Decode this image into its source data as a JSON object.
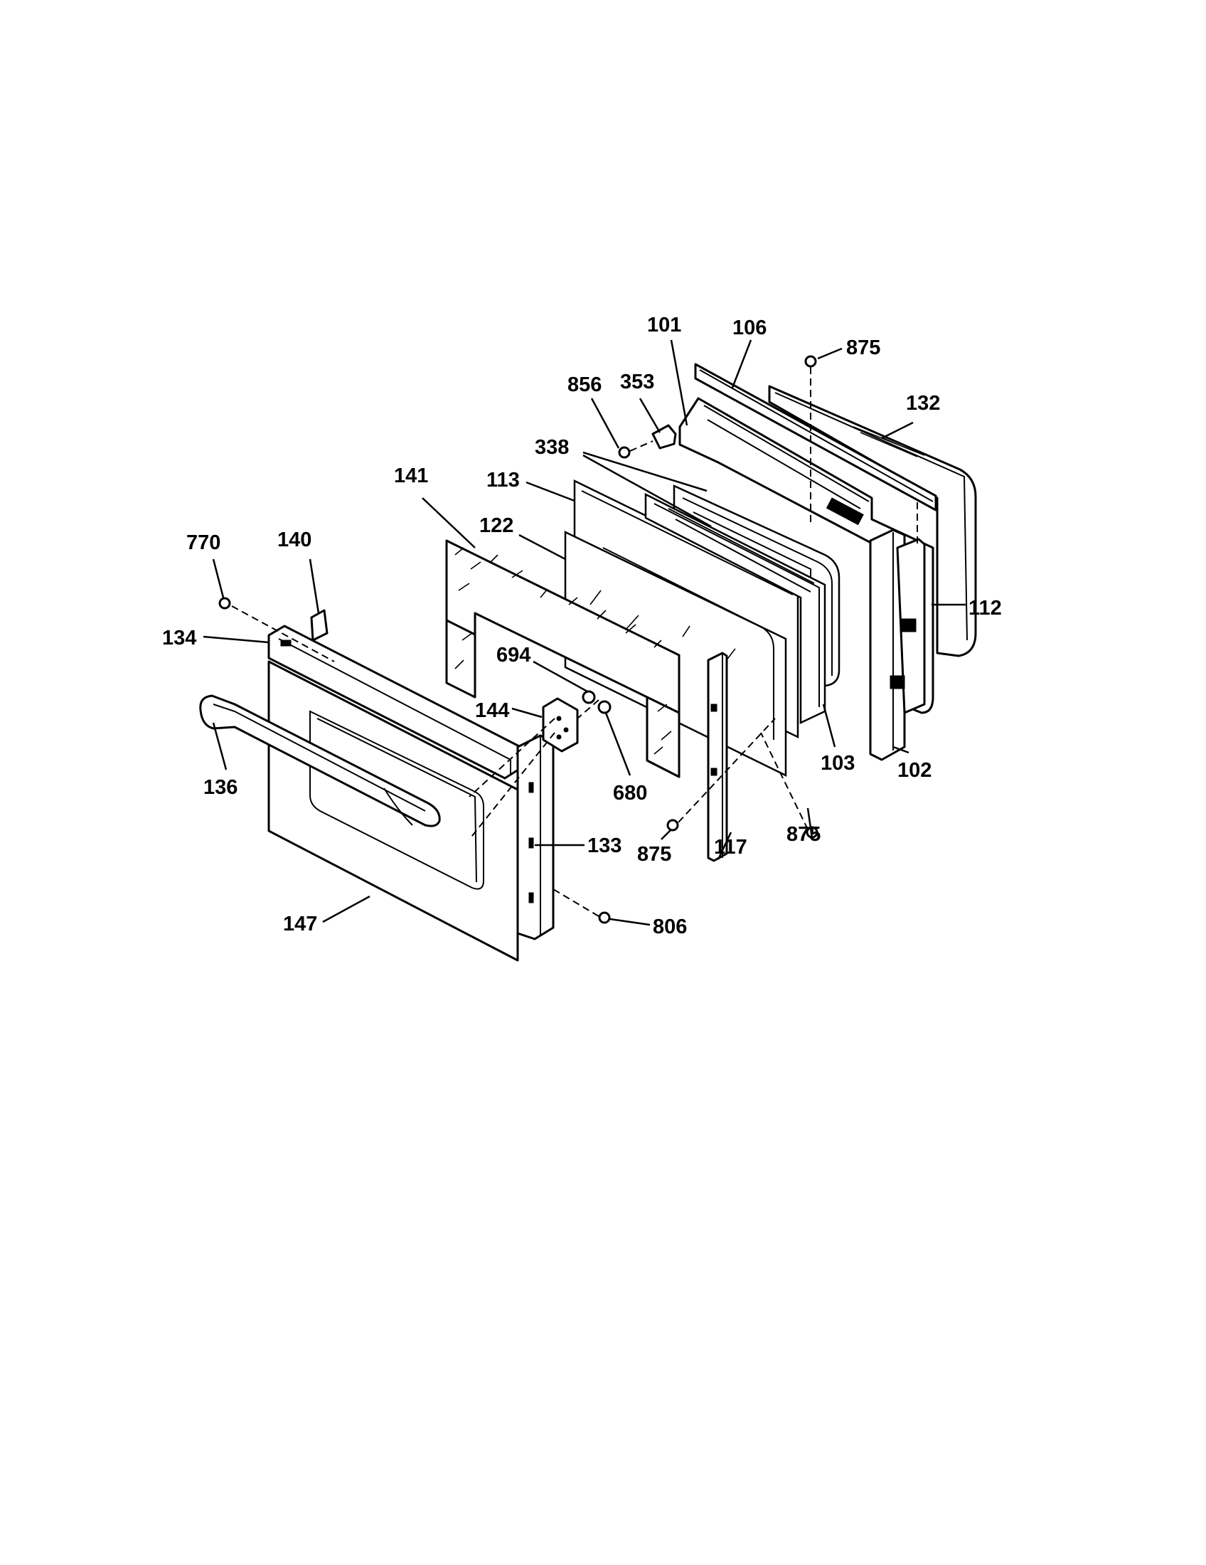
{
  "callouts": {
    "c101": "101",
    "c106": "106",
    "c875_top": "875",
    "c856": "856",
    "c353": "353",
    "c132": "132",
    "c338": "338",
    "c141": "141",
    "c113": "113",
    "c122": "122",
    "c770": "770",
    "c140": "140",
    "c134": "134",
    "c694": "694",
    "c112": "112",
    "c144": "144",
    "c103": "103",
    "c102": "102",
    "c136": "136",
    "c680": "680",
    "c875_left": "875",
    "c875_right": "875",
    "c117": "117",
    "c133": "133",
    "c147": "147",
    "c806": "806"
  }
}
